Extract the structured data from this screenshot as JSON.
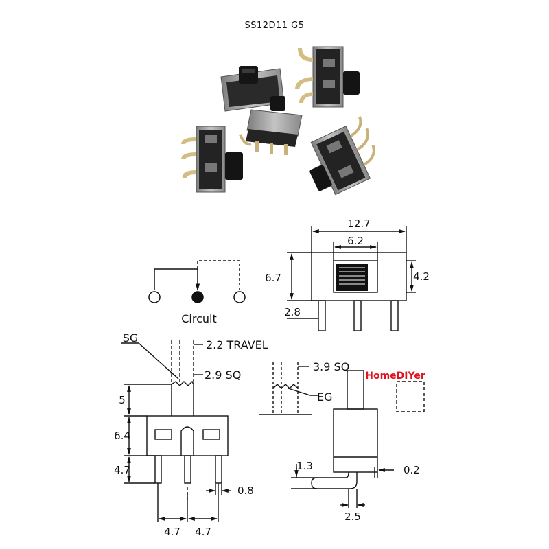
{
  "title": "SS12D11 G5",
  "photo": {
    "switch_count": 5,
    "body_color": "#222222",
    "frame_color": "#9a9a9a",
    "pin_color": "#c9b27a"
  },
  "circuit": {
    "label": "Circuit"
  },
  "top_view": {
    "width": "12.7",
    "slot": "6.2",
    "height": "6.7",
    "actuator": "4.2",
    "pin": "2.8"
  },
  "front_view": {
    "sg": "SG",
    "travel": "2.2 TRAVEL",
    "knob_sq": "2.9 SQ",
    "knob_h": "5",
    "body_h": "6.4",
    "pin_len": "4.7",
    "pin_w": "0.8",
    "pitch_left": "4.7",
    "pitch_right": "4.7"
  },
  "side_view": {
    "sq": "3.9 SQ",
    "eg": "EG",
    "pin_offset": "1.3",
    "thickness": "0.2",
    "bend": "2.5"
  },
  "watermark": {
    "text": "HomeDIYer",
    "color": "#e0141e"
  }
}
